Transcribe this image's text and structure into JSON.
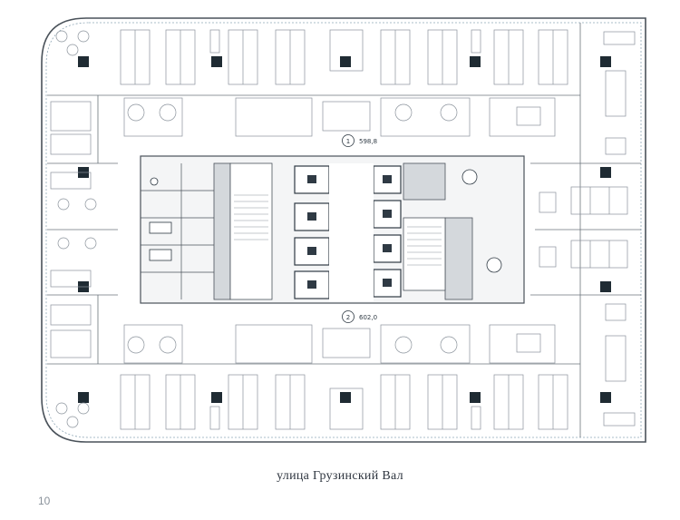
{
  "plan": {
    "zones": [
      {
        "number": "1",
        "area": "598,8"
      },
      {
        "number": "2",
        "area": "602,0"
      }
    ],
    "colors": {
      "line": "#4a525a",
      "furniture": "#b9c0c6",
      "core_fill": "#d4d8dc",
      "column": "#1f2b33",
      "window": "#8fa7b6"
    }
  },
  "footer": {
    "street": "улица Грузинский Вал",
    "page_number": "10"
  }
}
